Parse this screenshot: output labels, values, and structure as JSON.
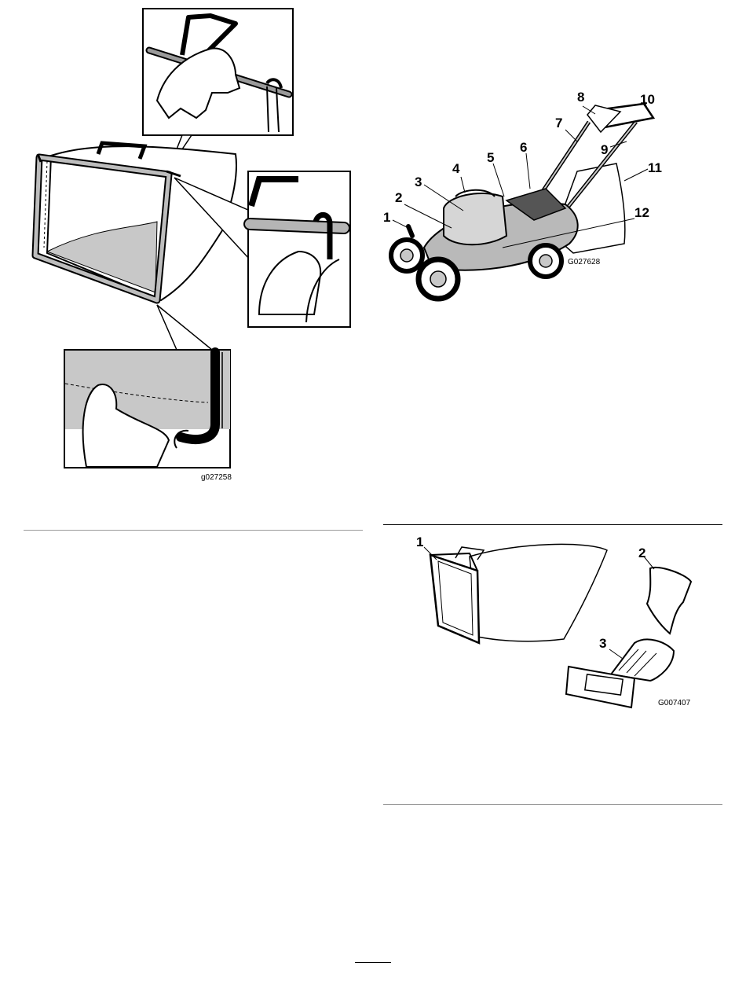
{
  "figures": {
    "bag_frame": {
      "id": "g027258"
    },
    "mower": {
      "id": "G027628",
      "callouts": [
        "1",
        "2",
        "3",
        "4",
        "5",
        "6",
        "7",
        "8",
        "9",
        "10",
        "11",
        "12"
      ]
    },
    "bag_parts": {
      "id": "G007407",
      "callouts": [
        "1",
        "2",
        "3"
      ]
    }
  }
}
